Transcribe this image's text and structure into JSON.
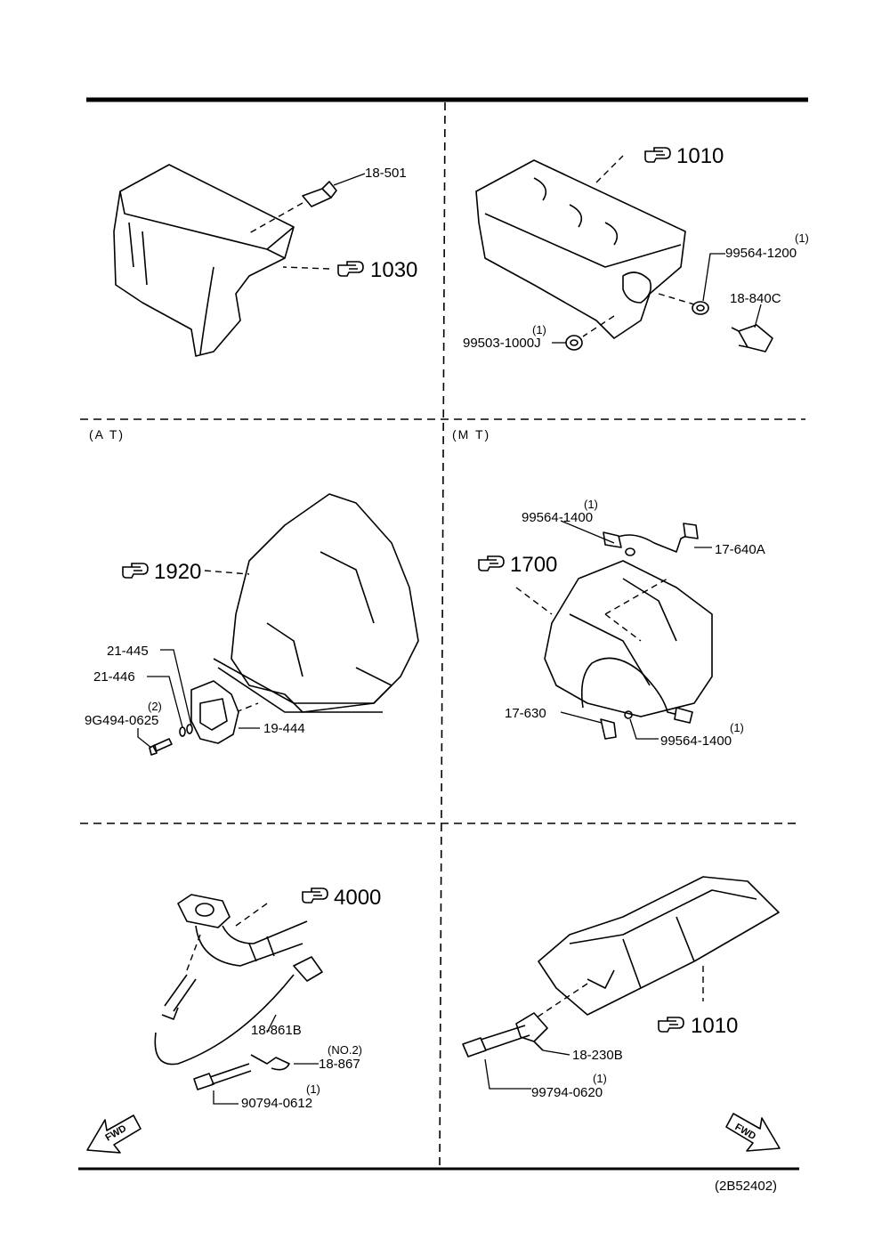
{
  "sections": {
    "at": "(A T)",
    "mt": "(M T)"
  },
  "refs": {
    "r1030": "1030",
    "r1010_top": "1010",
    "r1920": "1920",
    "r1700": "1700",
    "r4000": "4000",
    "r1010_bottom": "1010"
  },
  "parts": {
    "p18_501": "18-501",
    "p99564_1200": "99564-1200",
    "q99564_1200": "(1)",
    "p18_840c": "18-840C",
    "p99503_1000j": "99503-1000J",
    "q99503_1000j": "(1)",
    "p21_445": "21-445",
    "p21_446": "21-446",
    "q9g494": "(2)",
    "p9g494_0625": "9G494-0625",
    "p19_444": "19-444",
    "q99564_1400a": "(1)",
    "p99564_1400a": "99564-1400",
    "p17_640a": "17-640A",
    "p17_630": "17-630",
    "q99564_1400b": "(1)",
    "p99564_1400b": "99564-1400",
    "p18_861b": "18-861B",
    "q18_867": "(NO.2)",
    "p18_867": "18-867",
    "q90794": "(1)",
    "p90794_0612": "90794-0612",
    "p18_230b": "18-230B",
    "q99794": "(1)",
    "p99794_0620": "99794-0620"
  },
  "fwd_left": "FWD",
  "fwd_right": "FWD",
  "diagram_code": "(2B52402)"
}
